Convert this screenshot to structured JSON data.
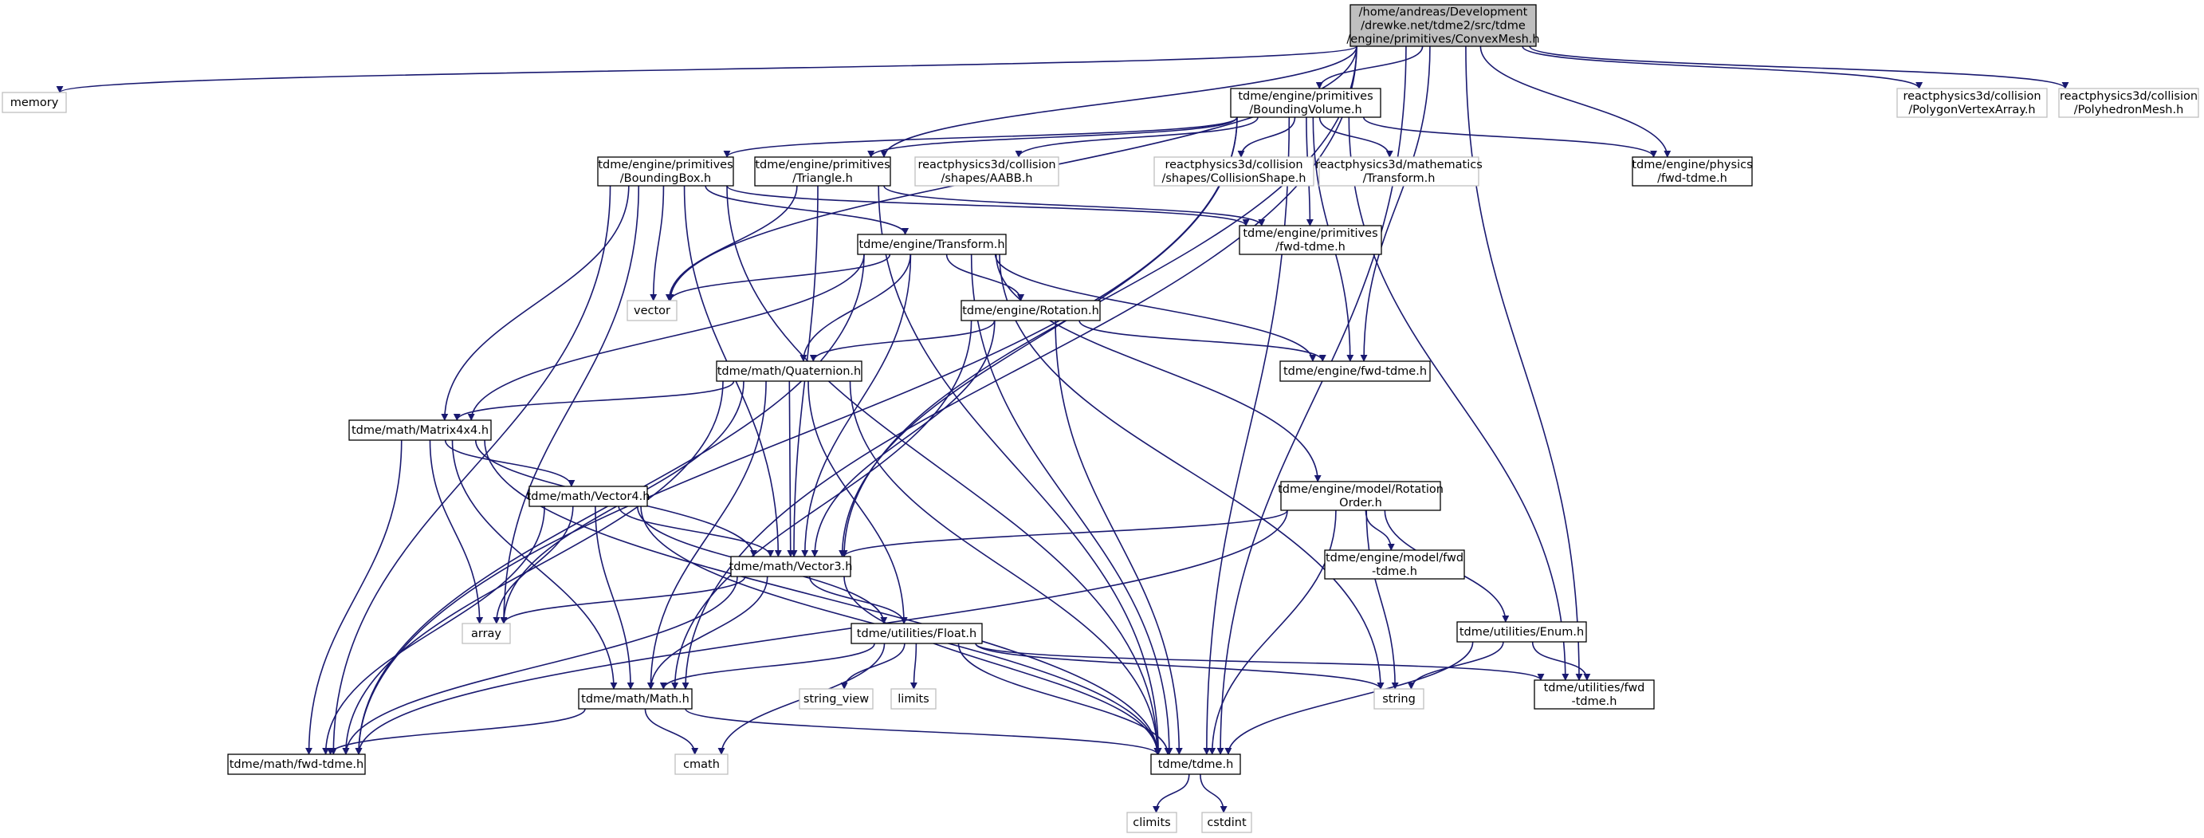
{
  "colors": {
    "edge": "#191970",
    "node_border": "#000000",
    "node_fill": "#ffffff",
    "system_border": "#bfbfbf",
    "root_fill": "#bfbfbf"
  },
  "nodes": {
    "root": {
      "lines": [
        "/home/andreas/Development",
        "/drewke.net/tdme2/src/tdme",
        "/engine/primitives/ConvexMesh.h"
      ],
      "kind": "root"
    },
    "memory": {
      "lines": [
        "memory"
      ],
      "kind": "system"
    },
    "bv": {
      "lines": [
        "tdme/engine/primitives",
        "/BoundingVolume.h"
      ],
      "kind": "header"
    },
    "pva": {
      "lines": [
        "reactphysics3d/collision",
        "/PolygonVertexArray.h"
      ],
      "kind": "system"
    },
    "phm": {
      "lines": [
        "reactphysics3d/collision",
        "/PolyhedronMesh.h"
      ],
      "kind": "system"
    },
    "bb": {
      "lines": [
        "tdme/engine/primitives",
        "/BoundingBox.h"
      ],
      "kind": "header"
    },
    "tri": {
      "lines": [
        "tdme/engine/primitives",
        "/Triangle.h"
      ],
      "kind": "header"
    },
    "aabb": {
      "lines": [
        "reactphysics3d/collision",
        "/shapes/AABB.h"
      ],
      "kind": "system"
    },
    "cs": {
      "lines": [
        "reactphysics3d/collision",
        "/shapes/CollisionShape.h"
      ],
      "kind": "system"
    },
    "rtr": {
      "lines": [
        "reactphysics3d/mathematics",
        "/Transform.h"
      ],
      "kind": "system"
    },
    "physfwd": {
      "lines": [
        "tdme/engine/physics",
        "/fwd-tdme.h"
      ],
      "kind": "header"
    },
    "primfwd": {
      "lines": [
        "tdme/engine/primitives",
        "/fwd-tdme.h"
      ],
      "kind": "header"
    },
    "transform": {
      "lines": [
        "tdme/engine/Transform.h"
      ],
      "kind": "header"
    },
    "vector": {
      "lines": [
        "vector"
      ],
      "kind": "system"
    },
    "rotation": {
      "lines": [
        "tdme/engine/Rotation.h"
      ],
      "kind": "header"
    },
    "enginefwd": {
      "lines": [
        "tdme/engine/fwd-tdme.h"
      ],
      "kind": "header"
    },
    "quat": {
      "lines": [
        "tdme/math/Quaternion.h"
      ],
      "kind": "header"
    },
    "mat": {
      "lines": [
        "tdme/math/Matrix4x4.h"
      ],
      "kind": "header"
    },
    "rotorder": {
      "lines": [
        "tdme/engine/model/Rotation",
        "Order.h"
      ],
      "kind": "header"
    },
    "vec4": {
      "lines": [
        "tdme/math/Vector4.h"
      ],
      "kind": "header"
    },
    "modelfwd": {
      "lines": [
        "tdme/engine/model/fwd",
        "-tdme.h"
      ],
      "kind": "header"
    },
    "vec3": {
      "lines": [
        "tdme/math/Vector3.h"
      ],
      "kind": "header"
    },
    "array": {
      "lines": [
        "array"
      ],
      "kind": "system"
    },
    "enum": {
      "lines": [
        "tdme/utilities/Enum.h"
      ],
      "kind": "header"
    },
    "float": {
      "lines": [
        "tdme/utilities/Float.h"
      ],
      "kind": "header"
    },
    "sv": {
      "lines": [
        "string_view"
      ],
      "kind": "system"
    },
    "limits": {
      "lines": [
        "limits"
      ],
      "kind": "system"
    },
    "string": {
      "lines": [
        "string"
      ],
      "kind": "system"
    },
    "utilfwd": {
      "lines": [
        "tdme/utilities/fwd",
        "-tdme.h"
      ],
      "kind": "header"
    },
    "mathh": {
      "lines": [
        "tdme/math/Math.h"
      ],
      "kind": "header"
    },
    "mathfwd": {
      "lines": [
        "tdme/math/fwd-tdme.h"
      ],
      "kind": "header"
    },
    "cmath": {
      "lines": [
        "cmath"
      ],
      "kind": "system"
    },
    "tdmeh": {
      "lines": [
        "tdme/tdme.h"
      ],
      "kind": "header"
    },
    "climits": {
      "lines": [
        "climits"
      ],
      "kind": "system"
    },
    "cstdint": {
      "lines": [
        "cstdint"
      ],
      "kind": "system"
    }
  },
  "edges": [
    [
      "root",
      "memory"
    ],
    [
      "root",
      "bv"
    ],
    [
      "root",
      "pva"
    ],
    [
      "root",
      "phm"
    ],
    [
      "root",
      "tri"
    ],
    [
      "root",
      "vector"
    ],
    [
      "root",
      "physfwd"
    ],
    [
      "root",
      "enginefwd"
    ],
    [
      "root",
      "vec3"
    ],
    [
      "root",
      "mathh"
    ],
    [
      "root",
      "utilfwd"
    ],
    [
      "root",
      "tdmeh"
    ],
    [
      "bv",
      "bb"
    ],
    [
      "bv",
      "tri"
    ],
    [
      "bv",
      "aabb"
    ],
    [
      "bv",
      "cs"
    ],
    [
      "bv",
      "rtr"
    ],
    [
      "bv",
      "physfwd"
    ],
    [
      "bv",
      "primfwd"
    ],
    [
      "bv",
      "enginefwd"
    ],
    [
      "bv",
      "vec3"
    ],
    [
      "bv",
      "mathfwd"
    ],
    [
      "bv",
      "utilfwd"
    ],
    [
      "bv",
      "tdmeh"
    ],
    [
      "bb",
      "transform"
    ],
    [
      "bb",
      "primfwd"
    ],
    [
      "bb",
      "mat"
    ],
    [
      "bb",
      "vec3"
    ],
    [
      "bb",
      "vector"
    ],
    [
      "bb",
      "array"
    ],
    [
      "bb",
      "mathfwd"
    ],
    [
      "bb",
      "tdmeh"
    ],
    [
      "tri",
      "primfwd"
    ],
    [
      "tri",
      "vec3"
    ],
    [
      "tri",
      "vector"
    ],
    [
      "tri",
      "tdmeh"
    ],
    [
      "transform",
      "rotation"
    ],
    [
      "transform",
      "enginefwd"
    ],
    [
      "transform",
      "quat"
    ],
    [
      "transform",
      "mat"
    ],
    [
      "transform",
      "vec3"
    ],
    [
      "transform",
      "rotorder"
    ],
    [
      "transform",
      "vector"
    ],
    [
      "transform",
      "string"
    ],
    [
      "transform",
      "mathfwd"
    ],
    [
      "transform",
      "tdmeh"
    ],
    [
      "rotation",
      "quat"
    ],
    [
      "rotation",
      "enginefwd"
    ],
    [
      "rotation",
      "vec3"
    ],
    [
      "rotation",
      "mathh"
    ],
    [
      "rotation",
      "tdmeh"
    ],
    [
      "quat",
      "mat"
    ],
    [
      "quat",
      "vec3"
    ],
    [
      "quat",
      "float"
    ],
    [
      "quat",
      "mathh"
    ],
    [
      "quat",
      "array"
    ],
    [
      "quat",
      "mathfwd"
    ],
    [
      "quat",
      "tdmeh"
    ],
    [
      "mat",
      "vec4"
    ],
    [
      "mat",
      "vec3"
    ],
    [
      "mat",
      "mathh"
    ],
    [
      "mat",
      "array"
    ],
    [
      "mat",
      "mathfwd"
    ],
    [
      "mat",
      "tdmeh"
    ],
    [
      "vec4",
      "vec3"
    ],
    [
      "vec4",
      "float"
    ],
    [
      "vec4",
      "mathh"
    ],
    [
      "vec4",
      "array"
    ],
    [
      "vec4",
      "mathfwd"
    ],
    [
      "vec4",
      "tdmeh"
    ],
    [
      "rotorder",
      "vec3"
    ],
    [
      "rotorder",
      "modelfwd"
    ],
    [
      "rotorder",
      "enum"
    ],
    [
      "rotorder",
      "string"
    ],
    [
      "rotorder",
      "mathfwd"
    ],
    [
      "rotorder",
      "tdmeh"
    ],
    [
      "vec3",
      "float"
    ],
    [
      "vec3",
      "mathh"
    ],
    [
      "vec3",
      "array"
    ],
    [
      "vec3",
      "mathfwd"
    ],
    [
      "vec3",
      "tdmeh"
    ],
    [
      "float",
      "mathh"
    ],
    [
      "float",
      "sv"
    ],
    [
      "float",
      "limits"
    ],
    [
      "float",
      "cmath"
    ],
    [
      "float",
      "string"
    ],
    [
      "float",
      "utilfwd"
    ],
    [
      "float",
      "tdmeh"
    ],
    [
      "enum",
      "string"
    ],
    [
      "enum",
      "utilfwd"
    ],
    [
      "enum",
      "tdmeh"
    ],
    [
      "mathh",
      "cmath"
    ],
    [
      "mathh",
      "mathfwd"
    ],
    [
      "mathh",
      "tdmeh"
    ],
    [
      "tdmeh",
      "climits"
    ],
    [
      "tdmeh",
      "cstdint"
    ]
  ]
}
